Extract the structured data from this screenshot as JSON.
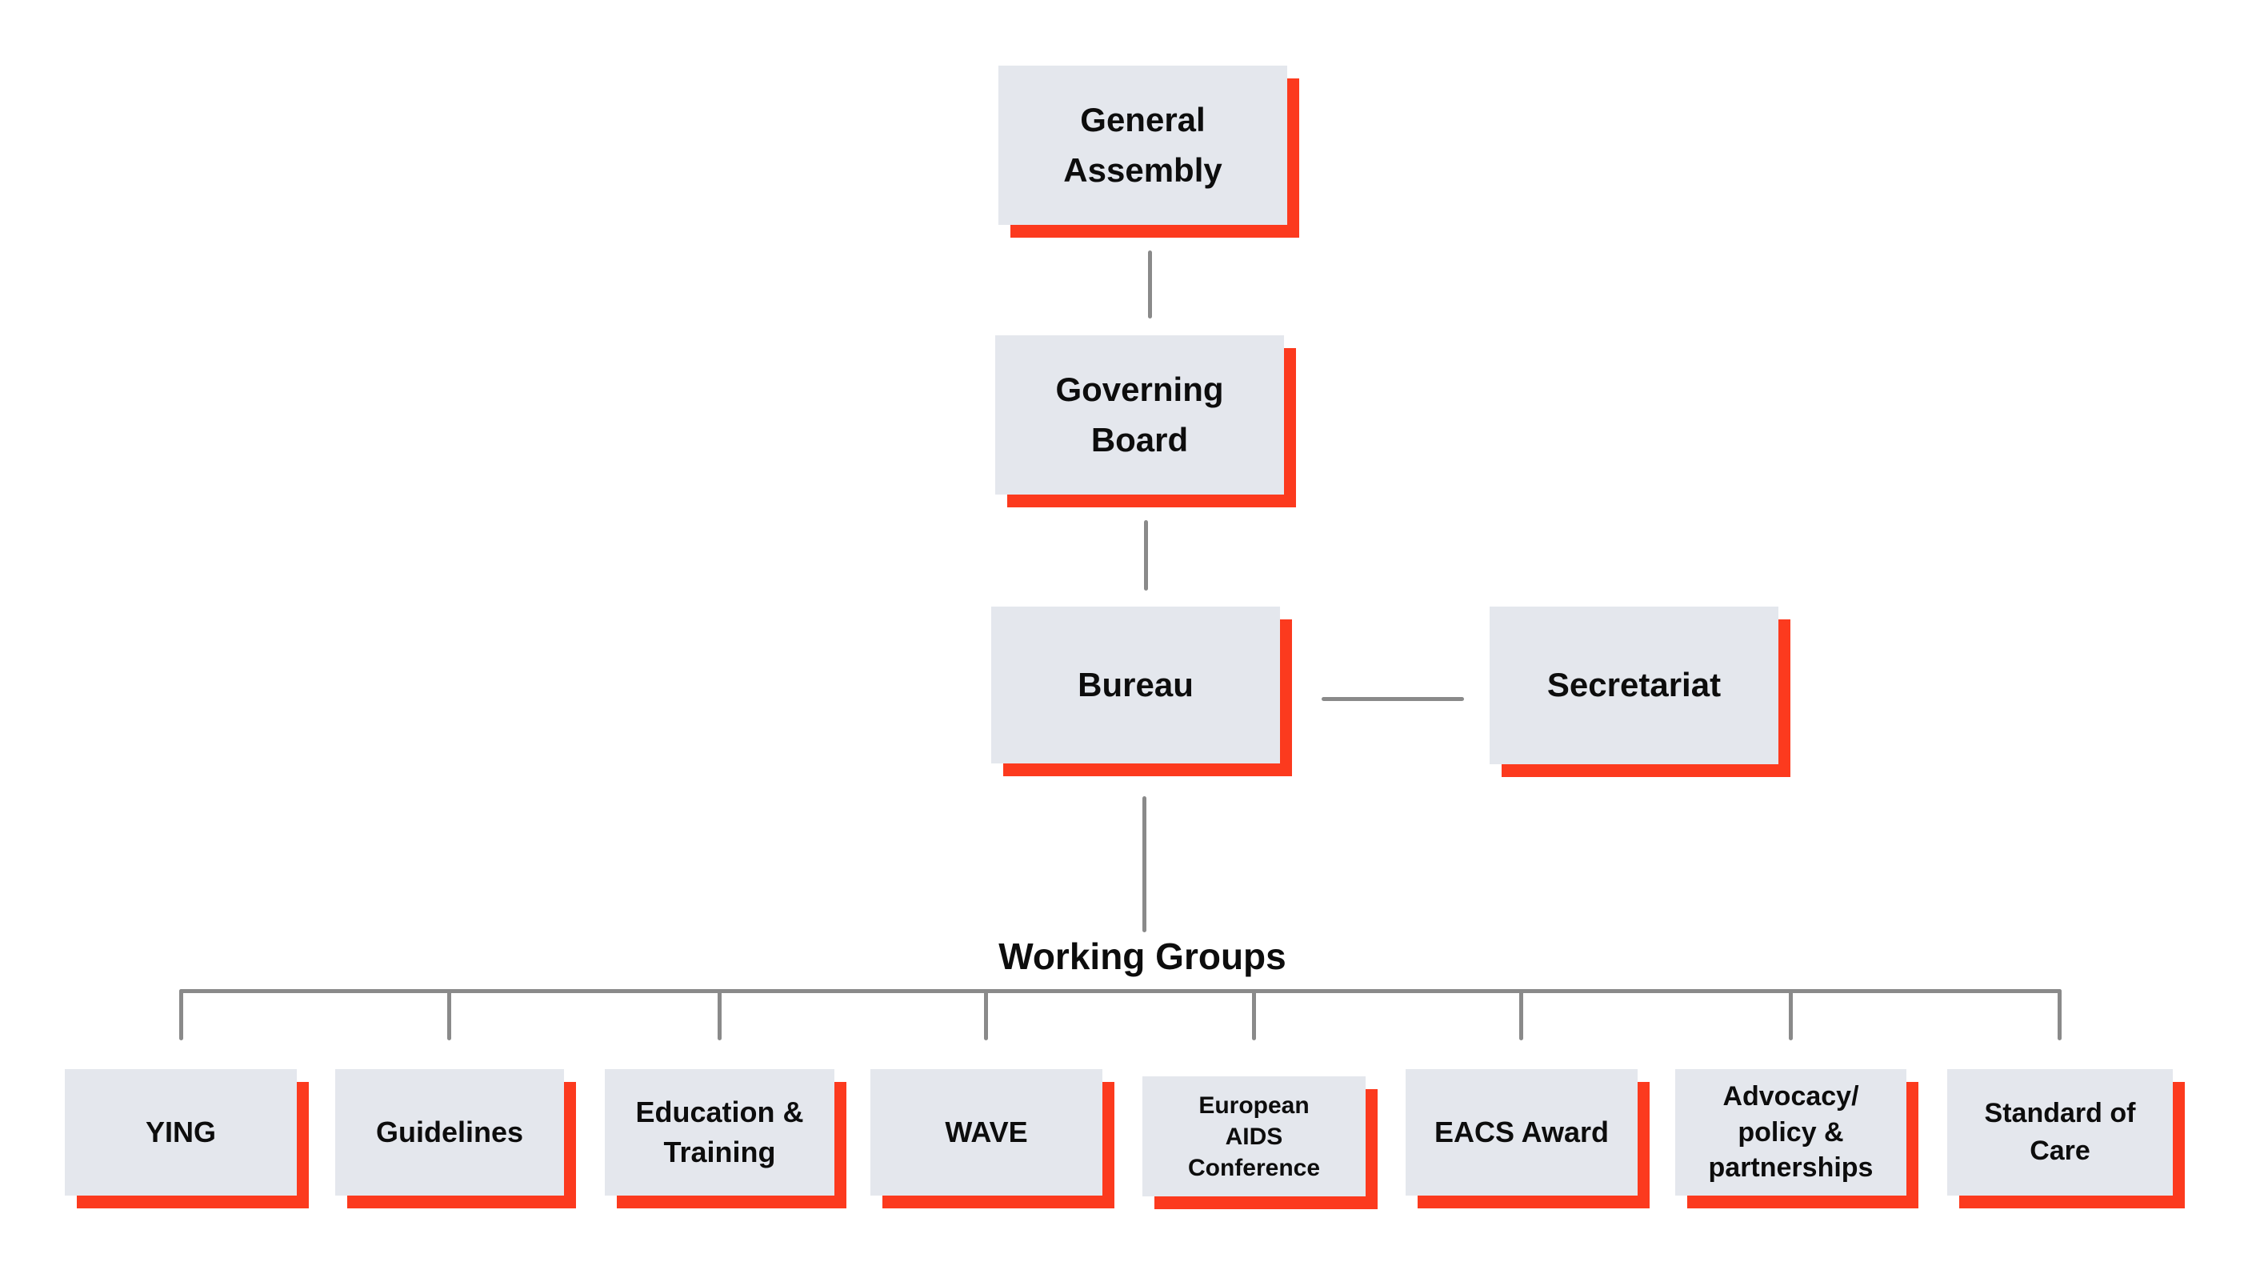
{
  "diagram": {
    "type": "org-chart",
    "nodes": {
      "general_assembly": {
        "label": "General\nAssembly"
      },
      "governing_board": {
        "label": "Governing\nBoard"
      },
      "bureau": {
        "label": "Bureau"
      },
      "secretariat": {
        "label": "Secretariat"
      }
    },
    "working_groups_heading": "Working Groups",
    "working_groups": [
      {
        "label": "YING"
      },
      {
        "label": "Guidelines"
      },
      {
        "label": "Education &\nTraining"
      },
      {
        "label": "WAVE"
      },
      {
        "label": "European\nAIDS\nConference"
      },
      {
        "label": "EACS Award"
      },
      {
        "label": "Advocacy/\npolicy &\npartnerships"
      },
      {
        "label": "Standard of\nCare"
      }
    ]
  },
  "colors": {
    "box_fill": "#e4e7ed",
    "accent_red": "#fc3a1e",
    "connector_gray": "#8a8a8a",
    "text": "#0d0d0d",
    "background": "#ffffff"
  }
}
